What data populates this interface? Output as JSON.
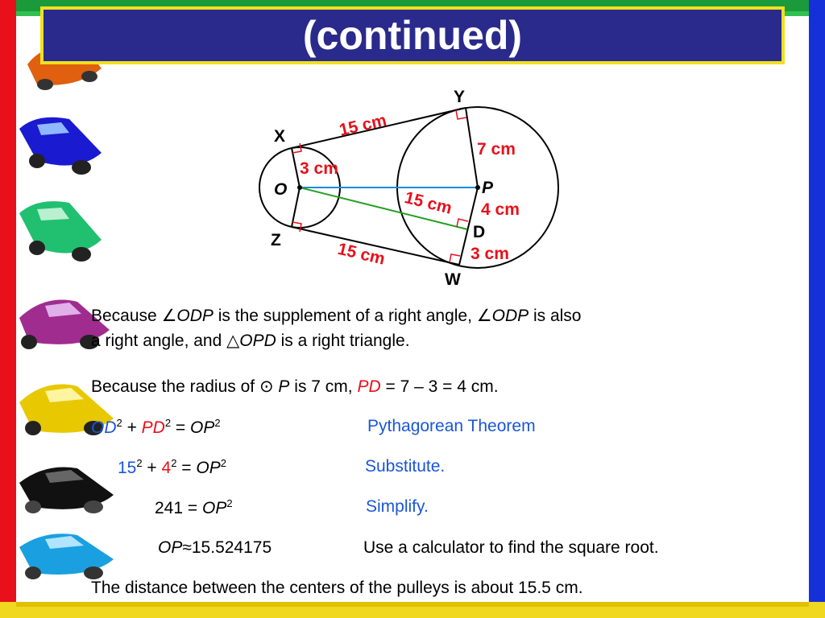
{
  "title": "(continued)",
  "diagram": {
    "labels": {
      "X": "X",
      "Y": "Y",
      "O": "O",
      "P": "P",
      "Z": "Z",
      "D": "D",
      "W": "W",
      "xy": "15 cm",
      "zw": "15 cm",
      "od": "15 cm",
      "r_small": "3 cm",
      "r_big": "7 cm",
      "pd": "4 cm",
      "dw": "3 cm"
    }
  },
  "text": {
    "line1_a": "Because ",
    "angle_sym": "∠",
    "odp": "ODP",
    "line1_b": " is the supplement of a right angle, ",
    "line1_c": " is also",
    "line2_a": "a right angle, and ",
    "tri_sym": "△",
    "opd": "OPD",
    "line2_b": " is a right triangle.",
    "line3_a": "Because the radius of ",
    "circle_sym": "⊙",
    "p": "P",
    "line3_b": " is 7 cm, ",
    "pd": "PD",
    "line3_c": " = 7 – 3 = 4 cm.",
    "final": "The distance between the centers of the pulleys is about 15.5 cm."
  },
  "steps": {
    "s1": {
      "od": "OD",
      "plus": " + ",
      "pd": "PD",
      "eq": " = ",
      "op": "OP",
      "exp": "2",
      "reason": "Pythagorean Theorem"
    },
    "s2": {
      "a": "15",
      "plus": " + ",
      "b": "4",
      "eq": " = ",
      "op": "OP",
      "exp": "2",
      "reason": "Substitute."
    },
    "s3": {
      "a": "241",
      "eq": " = ",
      "op": "OP",
      "exp": "2",
      "reason": "Simplify."
    },
    "s4": {
      "op": "OP",
      "approx": "≈",
      "val": "15.524175",
      "reason": "Use a calculator to find the square root."
    }
  },
  "colors": {
    "title_bg": "#2a2a8c",
    "title_border": "#f0e020",
    "accent_red": "#e8101a",
    "accent_blue": "#1a56d8"
  }
}
